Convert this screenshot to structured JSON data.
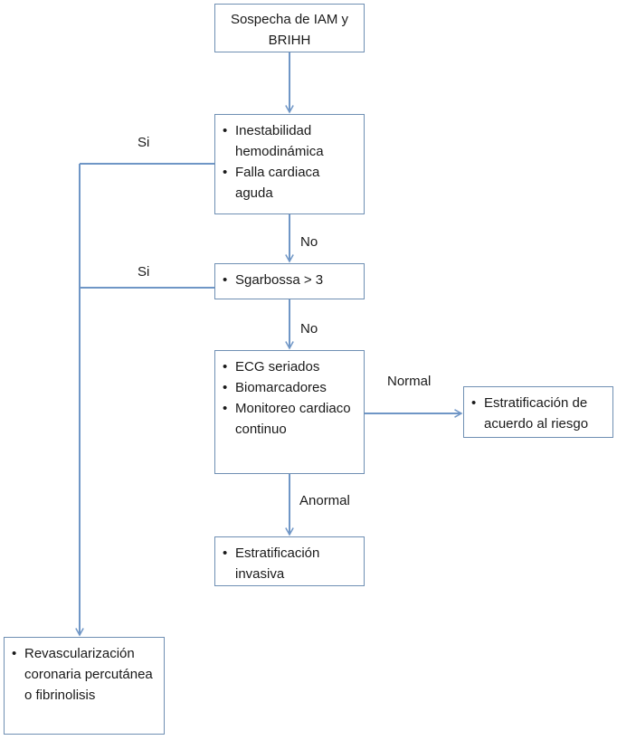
{
  "diagram": {
    "nodes": {
      "start": {
        "lines": [
          "Sospecha de IAM y",
          "BRIHH"
        ]
      },
      "instability": {
        "items": [
          "Inestabilidad hemodinámica",
          "Falla cardiaca aguda"
        ]
      },
      "sgarbossa": {
        "items": [
          "Sgarbossa > 3"
        ]
      },
      "monitoring": {
        "items": [
          "ECG seriados",
          "Biomarcadores",
          "Monitoreo cardiaco continuo"
        ]
      },
      "risk": {
        "items": [
          "Estratificación de acuerdo al riesgo"
        ]
      },
      "invasive": {
        "items": [
          "Estratificación invasiva"
        ]
      },
      "revasc": {
        "items": [
          "Revascularización coronaria percutánea o fibrinolisis"
        ]
      }
    },
    "edge_labels": {
      "instability_yes": "Si",
      "instability_no": "No",
      "sgarbossa_yes": "Si",
      "sgarbossa_no": "No",
      "normal": "Normal",
      "abnormal": "Anormal"
    },
    "colors": {
      "connector": "#6f96c6",
      "box_border": "#6f8fb3",
      "text": "#1a1a1a"
    }
  }
}
